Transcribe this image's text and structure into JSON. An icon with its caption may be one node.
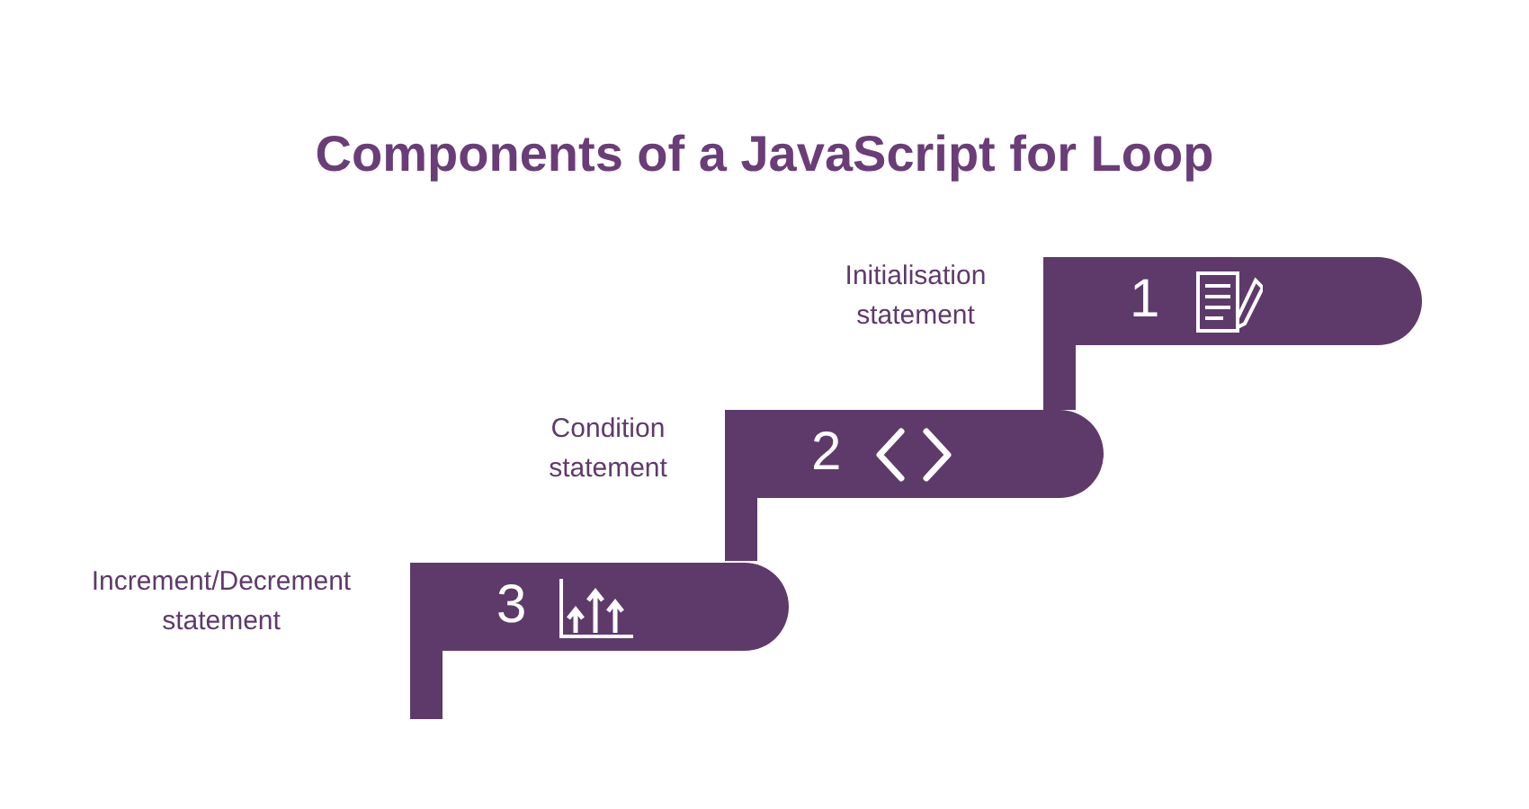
{
  "diagram": {
    "title": "Components of a JavaScript for Loop",
    "nodes": [
      {
        "text": [
          "1"
        ],
        "beside": [
          "Initialisation statement"
        ]
      },
      {
        "text": [
          "2"
        ],
        "beside": [
          "Condition statement"
        ]
      },
      {
        "text": [
          "3"
        ],
        "beside": [
          "Increment/Decrement statement"
        ]
      }
    ],
    "edges": []
  }
}
